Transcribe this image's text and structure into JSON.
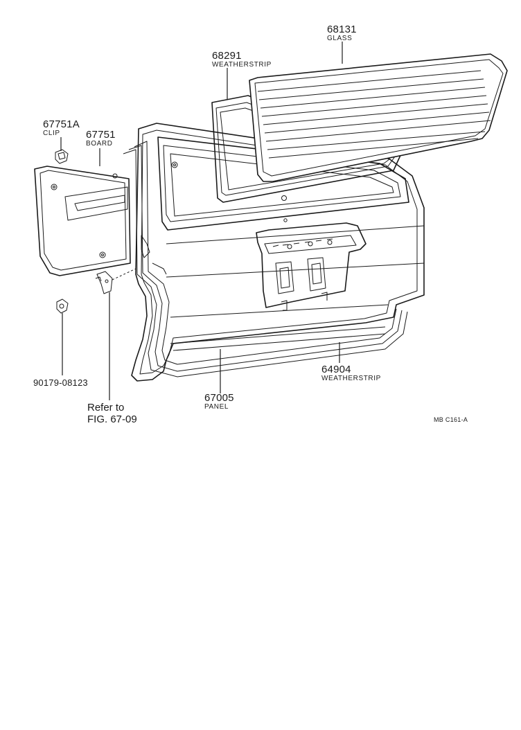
{
  "parts": {
    "glass": {
      "number": "68131",
      "name": "GLASS"
    },
    "upper_weatherstrip": {
      "number": "68291",
      "name": "WEATHERSTRIP"
    },
    "clip": {
      "number": "67751A",
      "name": "CLIP"
    },
    "board": {
      "number": "67751",
      "name": "BOARD"
    },
    "screw": {
      "number": "90179-08123"
    },
    "panel": {
      "number": "67005",
      "name": "PANEL"
    },
    "lower_weatherstrip": {
      "number": "64904",
      "name": "WEATHERSTRIP"
    }
  },
  "reference": {
    "line1": "Refer to",
    "line2": "FIG. 67-09"
  },
  "figure_code": "MB  C161-A"
}
